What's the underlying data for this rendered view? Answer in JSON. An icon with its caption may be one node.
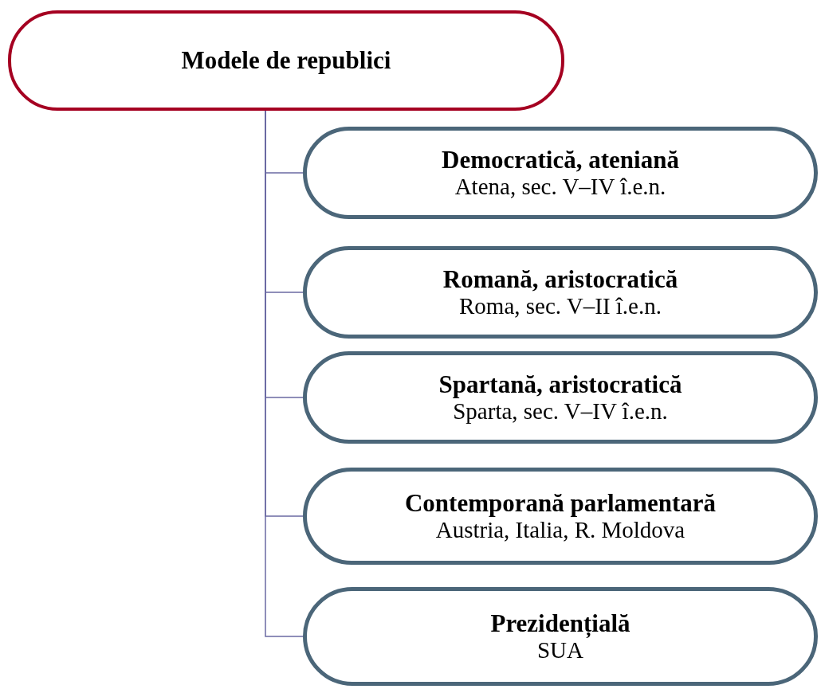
{
  "diagram": {
    "nodes": [
      {
        "text": [
          "Modele de republici"
        ]
      },
      {
        "text": [
          "Democratică, ateniană",
          "Atena, sec. V–IV î.e.n."
        ]
      },
      {
        "text": [
          "Romană, aristocratică",
          "Roma, sec. V–II î.e.n."
        ]
      },
      {
        "text": [
          "Spartană, aristocratică",
          "Sparta, sec. V–IV î.e.n."
        ]
      },
      {
        "text": [
          "Contemporană parlamentară",
          "Austria, Italia, R. Moldova"
        ]
      },
      {
        "text": [
          "Prezidențială",
          "SUA"
        ]
      }
    ],
    "edges": [
      {
        "from": 0,
        "to": 1,
        "arrow": "none"
      },
      {
        "from": 0,
        "to": 2,
        "arrow": "none"
      },
      {
        "from": 0,
        "to": 3,
        "arrow": "none"
      },
      {
        "from": 0,
        "to": 4,
        "arrow": "none"
      },
      {
        "from": 0,
        "to": 5,
        "arrow": "none"
      }
    ]
  }
}
